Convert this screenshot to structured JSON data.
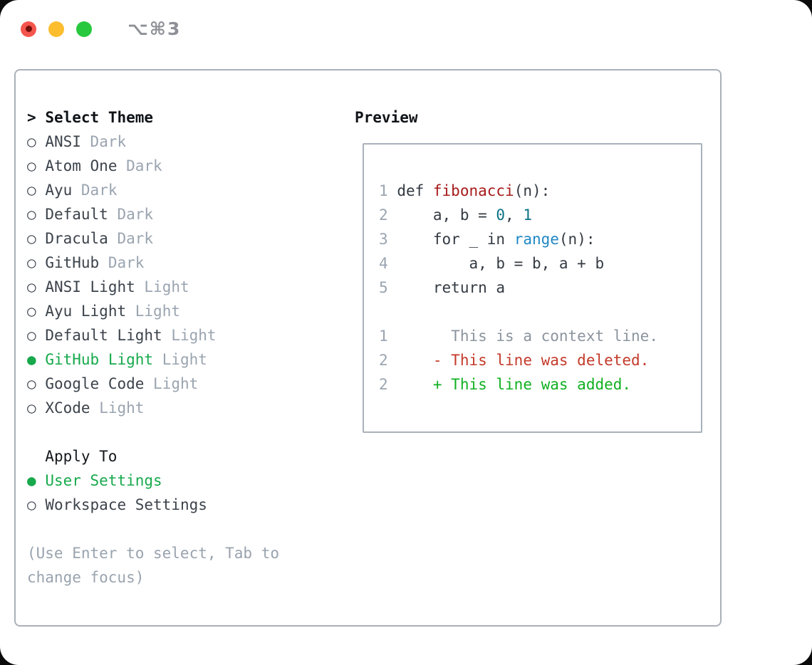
{
  "titlebar": {
    "shortcut": "⌥⌘3"
  },
  "select_theme": {
    "prompt": ">",
    "title": "Select Theme",
    "themes": [
      {
        "marker": "○",
        "name": "ANSI",
        "tag": "Dark",
        "selected": false
      },
      {
        "marker": "○",
        "name": "Atom One",
        "tag": "Dark",
        "selected": false
      },
      {
        "marker": "○",
        "name": "Ayu",
        "tag": "Dark",
        "selected": false
      },
      {
        "marker": "○",
        "name": "Default",
        "tag": "Dark",
        "selected": false
      },
      {
        "marker": "○",
        "name": "Dracula",
        "tag": "Dark",
        "selected": false
      },
      {
        "marker": "○",
        "name": "GitHub",
        "tag": "Dark",
        "selected": false
      },
      {
        "marker": "○",
        "name": "ANSI Light",
        "tag": "Light",
        "selected": false
      },
      {
        "marker": "○",
        "name": "Ayu Light",
        "tag": "Light",
        "selected": false
      },
      {
        "marker": "○",
        "name": "Default Light",
        "tag": "Light",
        "selected": false
      },
      {
        "marker": "●",
        "name": "GitHub Light",
        "tag": "Light",
        "selected": true
      },
      {
        "marker": "○",
        "name": "Google Code",
        "tag": "Light",
        "selected": false
      },
      {
        "marker": "○",
        "name": "XCode",
        "tag": "Light",
        "selected": false
      }
    ]
  },
  "apply_to": {
    "title": "Apply To",
    "options": [
      {
        "marker": "●",
        "label": "User Settings",
        "selected": true
      },
      {
        "marker": "○",
        "label": "Workspace Settings",
        "selected": false
      }
    ]
  },
  "hint": {
    "line1": "(Use Enter to select, Tab to",
    "line2": "change focus)"
  },
  "preview": {
    "title": "Preview",
    "lines": [
      {
        "num": "1",
        "segments": [
          {
            "text": "def ",
            "style": "plain"
          },
          {
            "text": "fibonacci",
            "style": "func"
          },
          {
            "text": "(n):",
            "style": "plain"
          }
        ]
      },
      {
        "num": "2",
        "segments": [
          {
            "text": "    a, b = ",
            "style": "plain"
          },
          {
            "text": "0",
            "style": "num"
          },
          {
            "text": ", ",
            "style": "plain"
          },
          {
            "text": "1",
            "style": "num"
          }
        ]
      },
      {
        "num": "3",
        "segments": [
          {
            "text": "    for _ in ",
            "style": "plain"
          },
          {
            "text": "range",
            "style": "builtin"
          },
          {
            "text": "(n):",
            "style": "plain"
          }
        ]
      },
      {
        "num": "4",
        "segments": [
          {
            "text": "        a, b = b, a + b",
            "style": "plain"
          }
        ]
      },
      {
        "num": "5",
        "segments": [
          {
            "text": "    return a",
            "style": "plain"
          }
        ]
      },
      {
        "num": "",
        "segments": []
      },
      {
        "num": "1",
        "segments": [
          {
            "text": "      This is a context line.",
            "style": "context"
          }
        ]
      },
      {
        "num": "2",
        "segments": [
          {
            "text": "    ",
            "style": "plain"
          },
          {
            "text": "- This line was deleted.",
            "style": "deleted"
          }
        ]
      },
      {
        "num": "2",
        "segments": [
          {
            "text": "    ",
            "style": "plain"
          },
          {
            "text": "+ This line was added.",
            "style": "added"
          }
        ]
      }
    ]
  },
  "colors": {
    "accent_green": "#17a94c",
    "added_green": "#10b021",
    "deleted_red": "#c43a2a",
    "function_red": "#a61b1b",
    "number_teal": "#0b7285",
    "builtin_blue": "#1f87c4",
    "muted_gray": "#9aa4b0",
    "context_gray": "#8b949e",
    "text_dark": "#3c434b",
    "border_gray": "#a9b1ba",
    "traffic_red": "#f4554c",
    "traffic_yellow": "#fcbd2f",
    "traffic_green": "#27c83e"
  }
}
